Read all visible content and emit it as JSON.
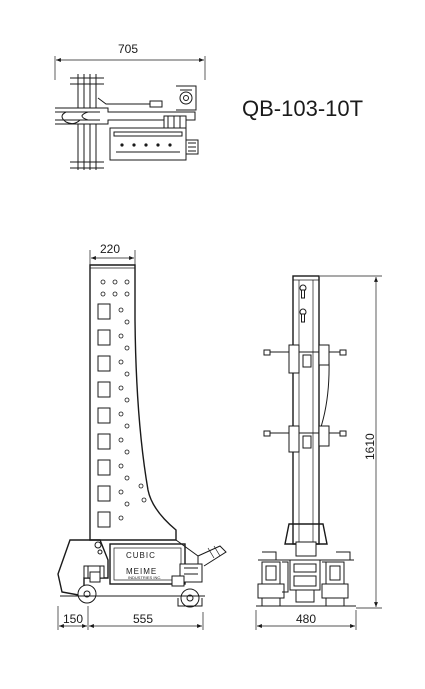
{
  "model_label": "QB-103-10T",
  "top_view": {
    "overall_width": "705"
  },
  "side_view": {
    "column_width": "220",
    "front_offset": "150",
    "base_length": "555",
    "plate_brand": "CUBIC",
    "plate_maker": "MEIME",
    "plate_maker_sub": "INDUSTRIES INC."
  },
  "front_view": {
    "height": "1610",
    "base_width": "480"
  }
}
